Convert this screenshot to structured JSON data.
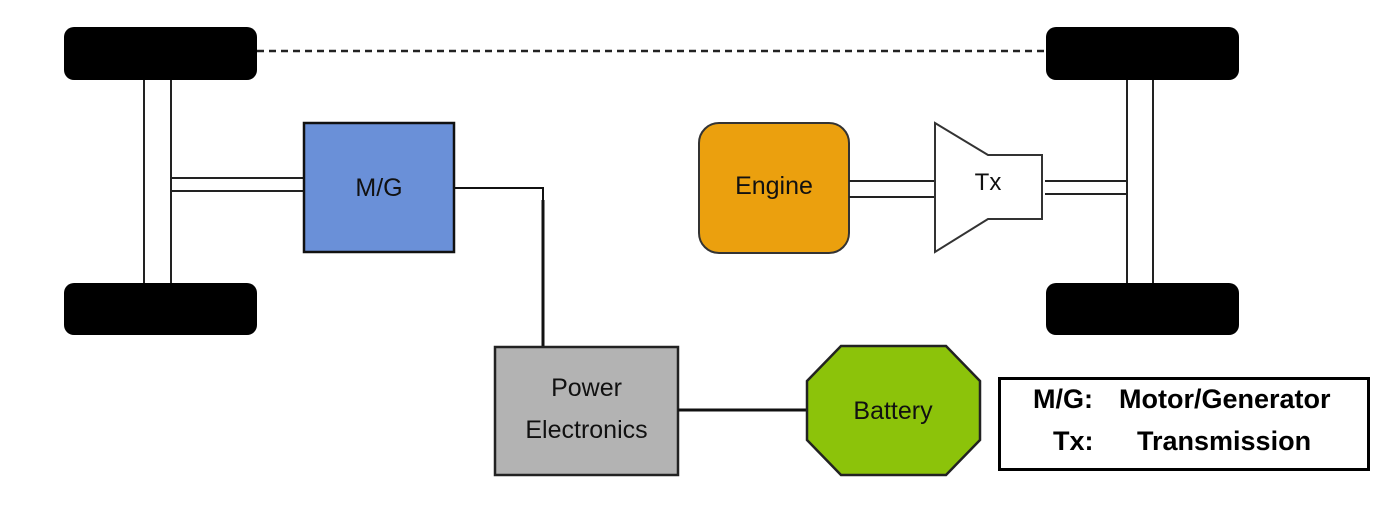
{
  "diagram": {
    "title": "Parallel (through-the-road) hybrid powertrain",
    "components": {
      "motor_generator": {
        "label": "M/G",
        "color": "#6a90d8"
      },
      "engine": {
        "label": "Engine",
        "color": "#eba00e"
      },
      "transmission": {
        "label": "Tx",
        "color": "#ffffff"
      },
      "power_electronics": {
        "label_line1": "Power",
        "label_line2": "Electronics",
        "color": "#b3b3b3"
      },
      "battery": {
        "label": "Battery",
        "color": "#8cc30a"
      },
      "wheel_color": "#000000"
    },
    "connections": [
      {
        "from": "front-axle",
        "to": "motor_generator",
        "type": "mechanical"
      },
      {
        "from": "motor_generator",
        "to": "power_electronics",
        "type": "electrical"
      },
      {
        "from": "power_electronics",
        "to": "battery",
        "type": "electrical"
      },
      {
        "from": "engine",
        "to": "transmission",
        "type": "mechanical"
      },
      {
        "from": "transmission",
        "to": "rear-axle",
        "type": "mechanical"
      },
      {
        "from": "front-left-wheel",
        "to": "rear-left-wheel",
        "type": "road (dashed)"
      }
    ]
  },
  "legend": {
    "entries": [
      {
        "abbr": "M/G:",
        "full": "Motor/Generator"
      },
      {
        "abbr": "Tx:",
        "full": "Transmission"
      }
    ]
  }
}
